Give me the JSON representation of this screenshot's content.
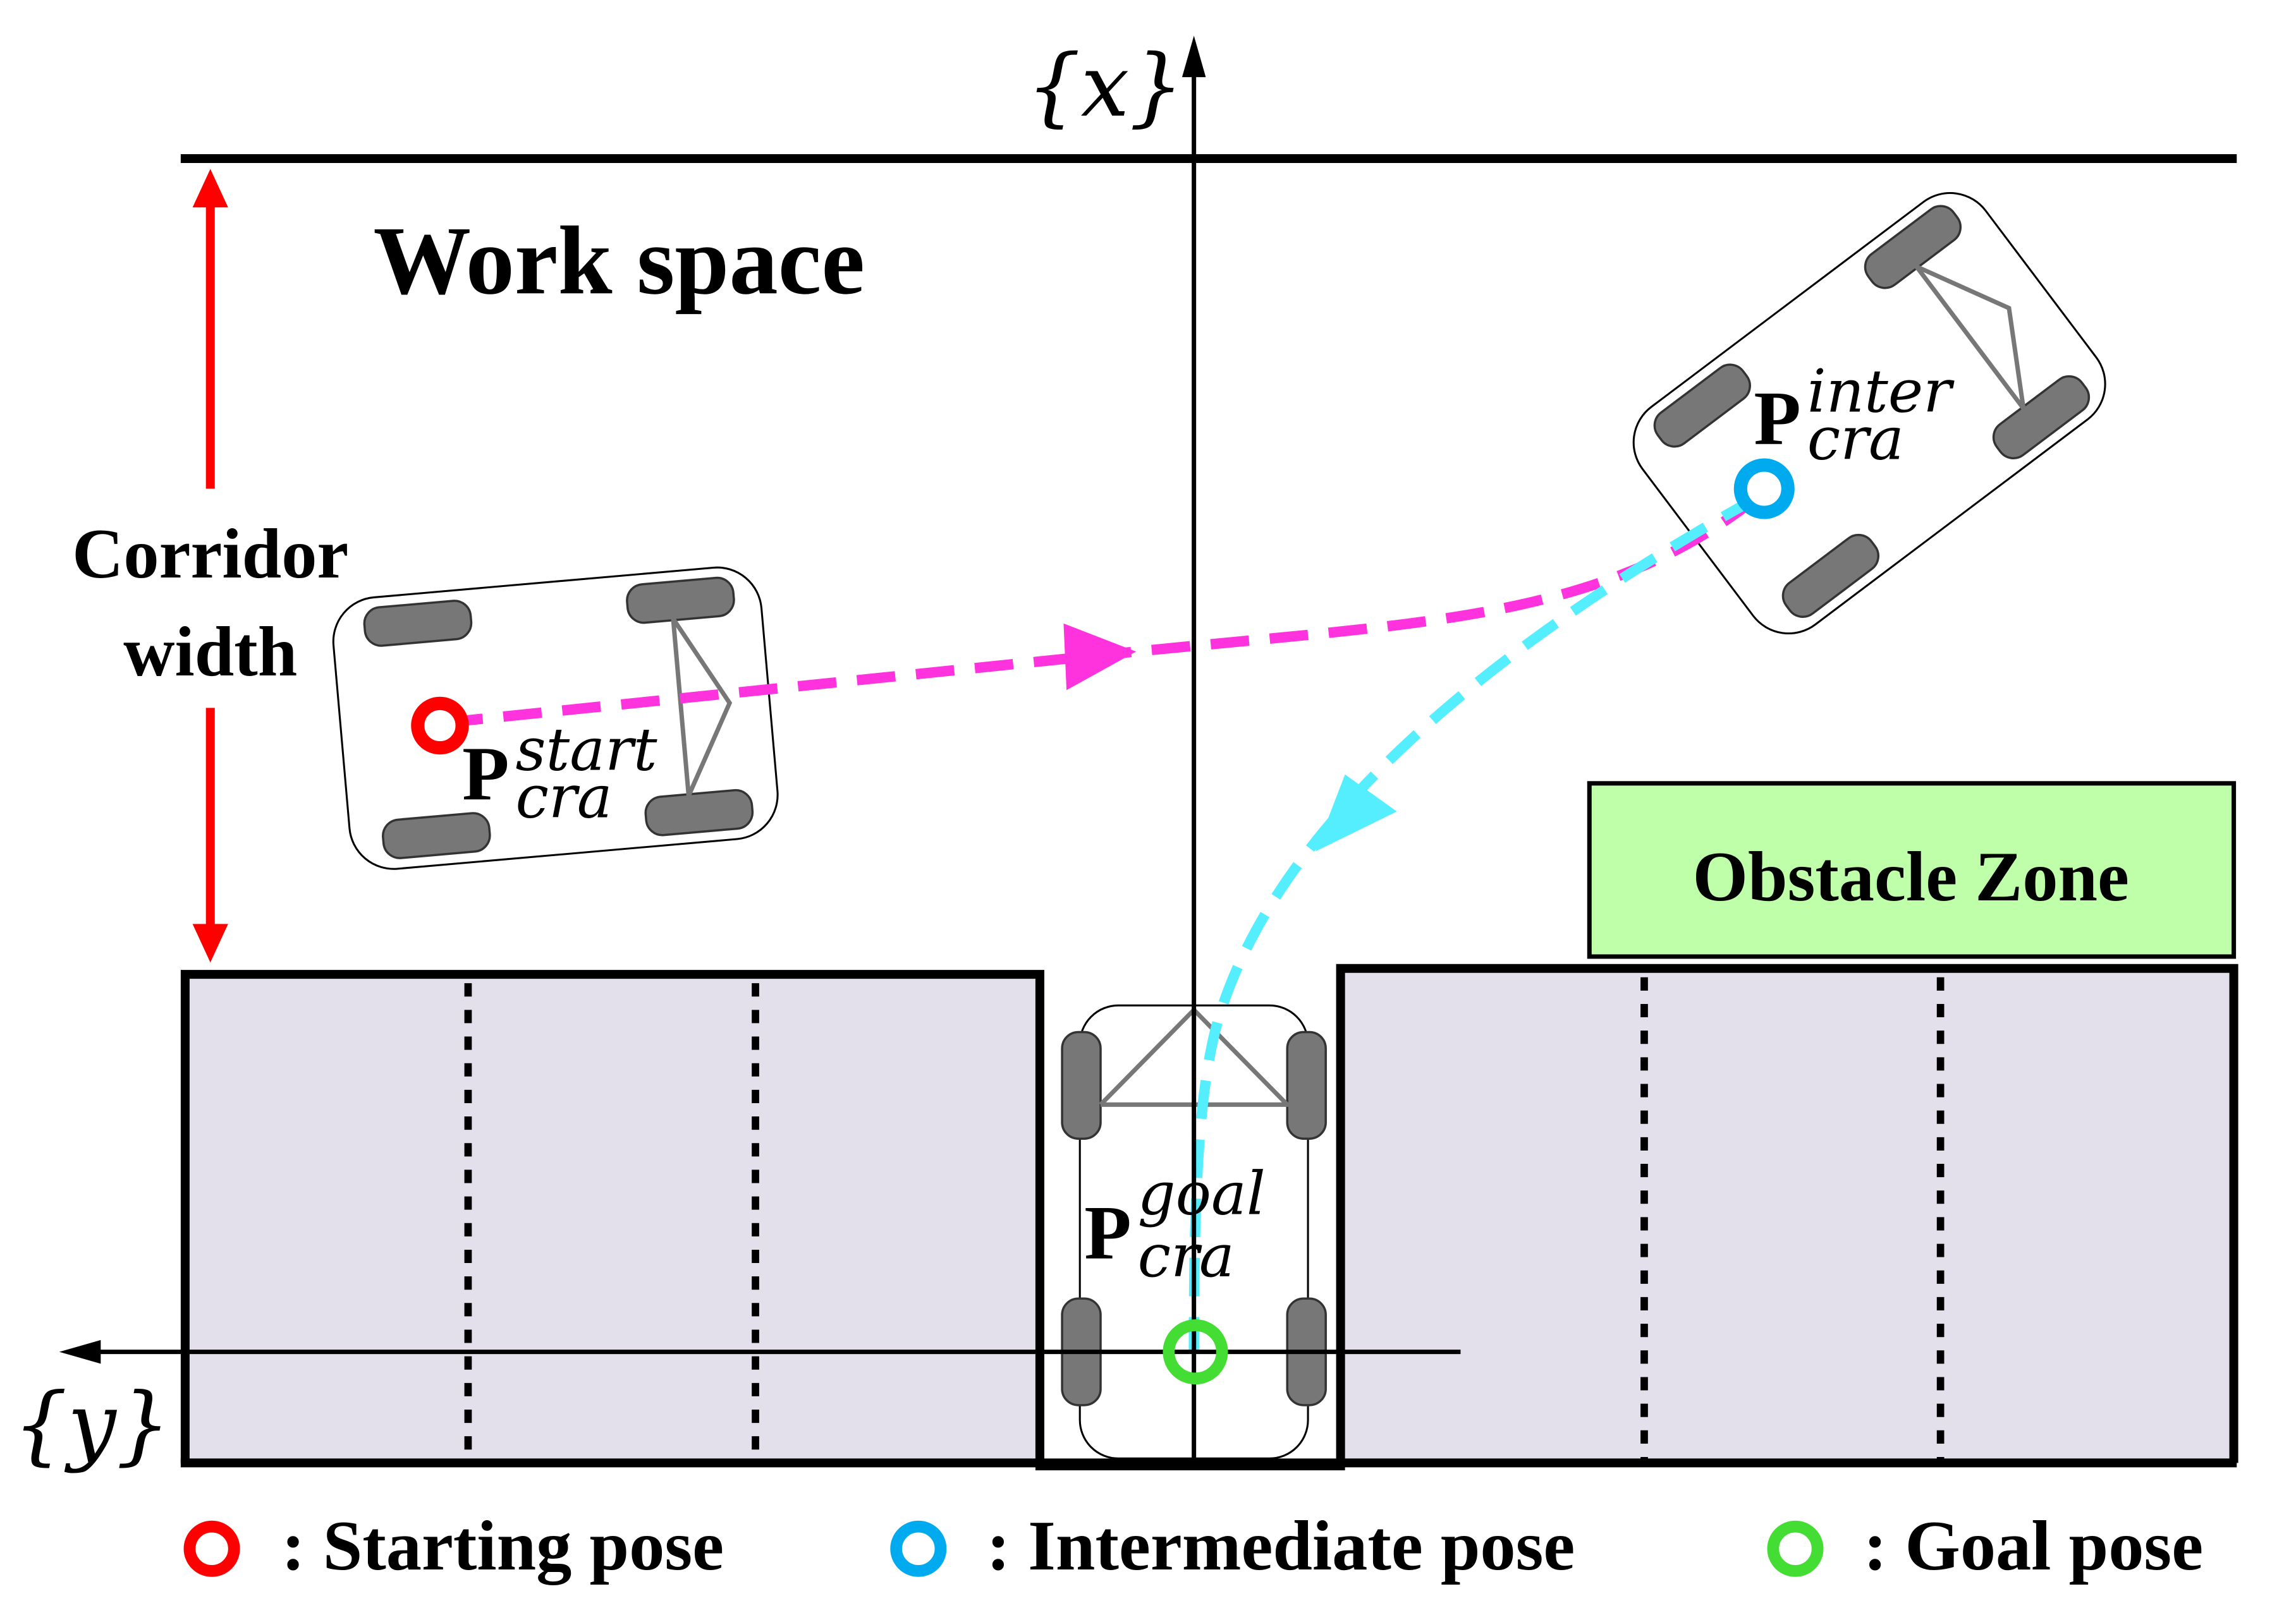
{
  "workspace_label": "Work space",
  "corridor_label": [
    "Corridor",
    "width"
  ],
  "obstacle_label": "Obstacle Zone",
  "axis": {
    "x_label": "{x}",
    "y_label": "{y}"
  },
  "poses": {
    "start": {
      "symbol": "P",
      "subscript": "cra",
      "superscript": "start",
      "color": "#ff0000"
    },
    "inter": {
      "symbol": "P",
      "subscript": "cra",
      "superscript": "inter",
      "color": "#00aaee"
    },
    "goal": {
      "symbol": "P",
      "subscript": "cra",
      "superscript": "goal",
      "color": "#44dd33"
    }
  },
  "legend": [
    {
      "text": ": Starting pose",
      "color": "#ff0000"
    },
    {
      "text": ": Intermediate pose",
      "color": "#00aaee"
    },
    {
      "text": ": Goal pose",
      "color": "#44dd33"
    }
  ],
  "colors": {
    "path_start_to_inter": "#ff33dd",
    "path_inter_to_goal": "#55eeff",
    "parking_fill": "#e3dfeb",
    "obstacle_fill": "#c0ffaa",
    "corridor_arrow": "#ff0000",
    "wheel": "#777777"
  }
}
